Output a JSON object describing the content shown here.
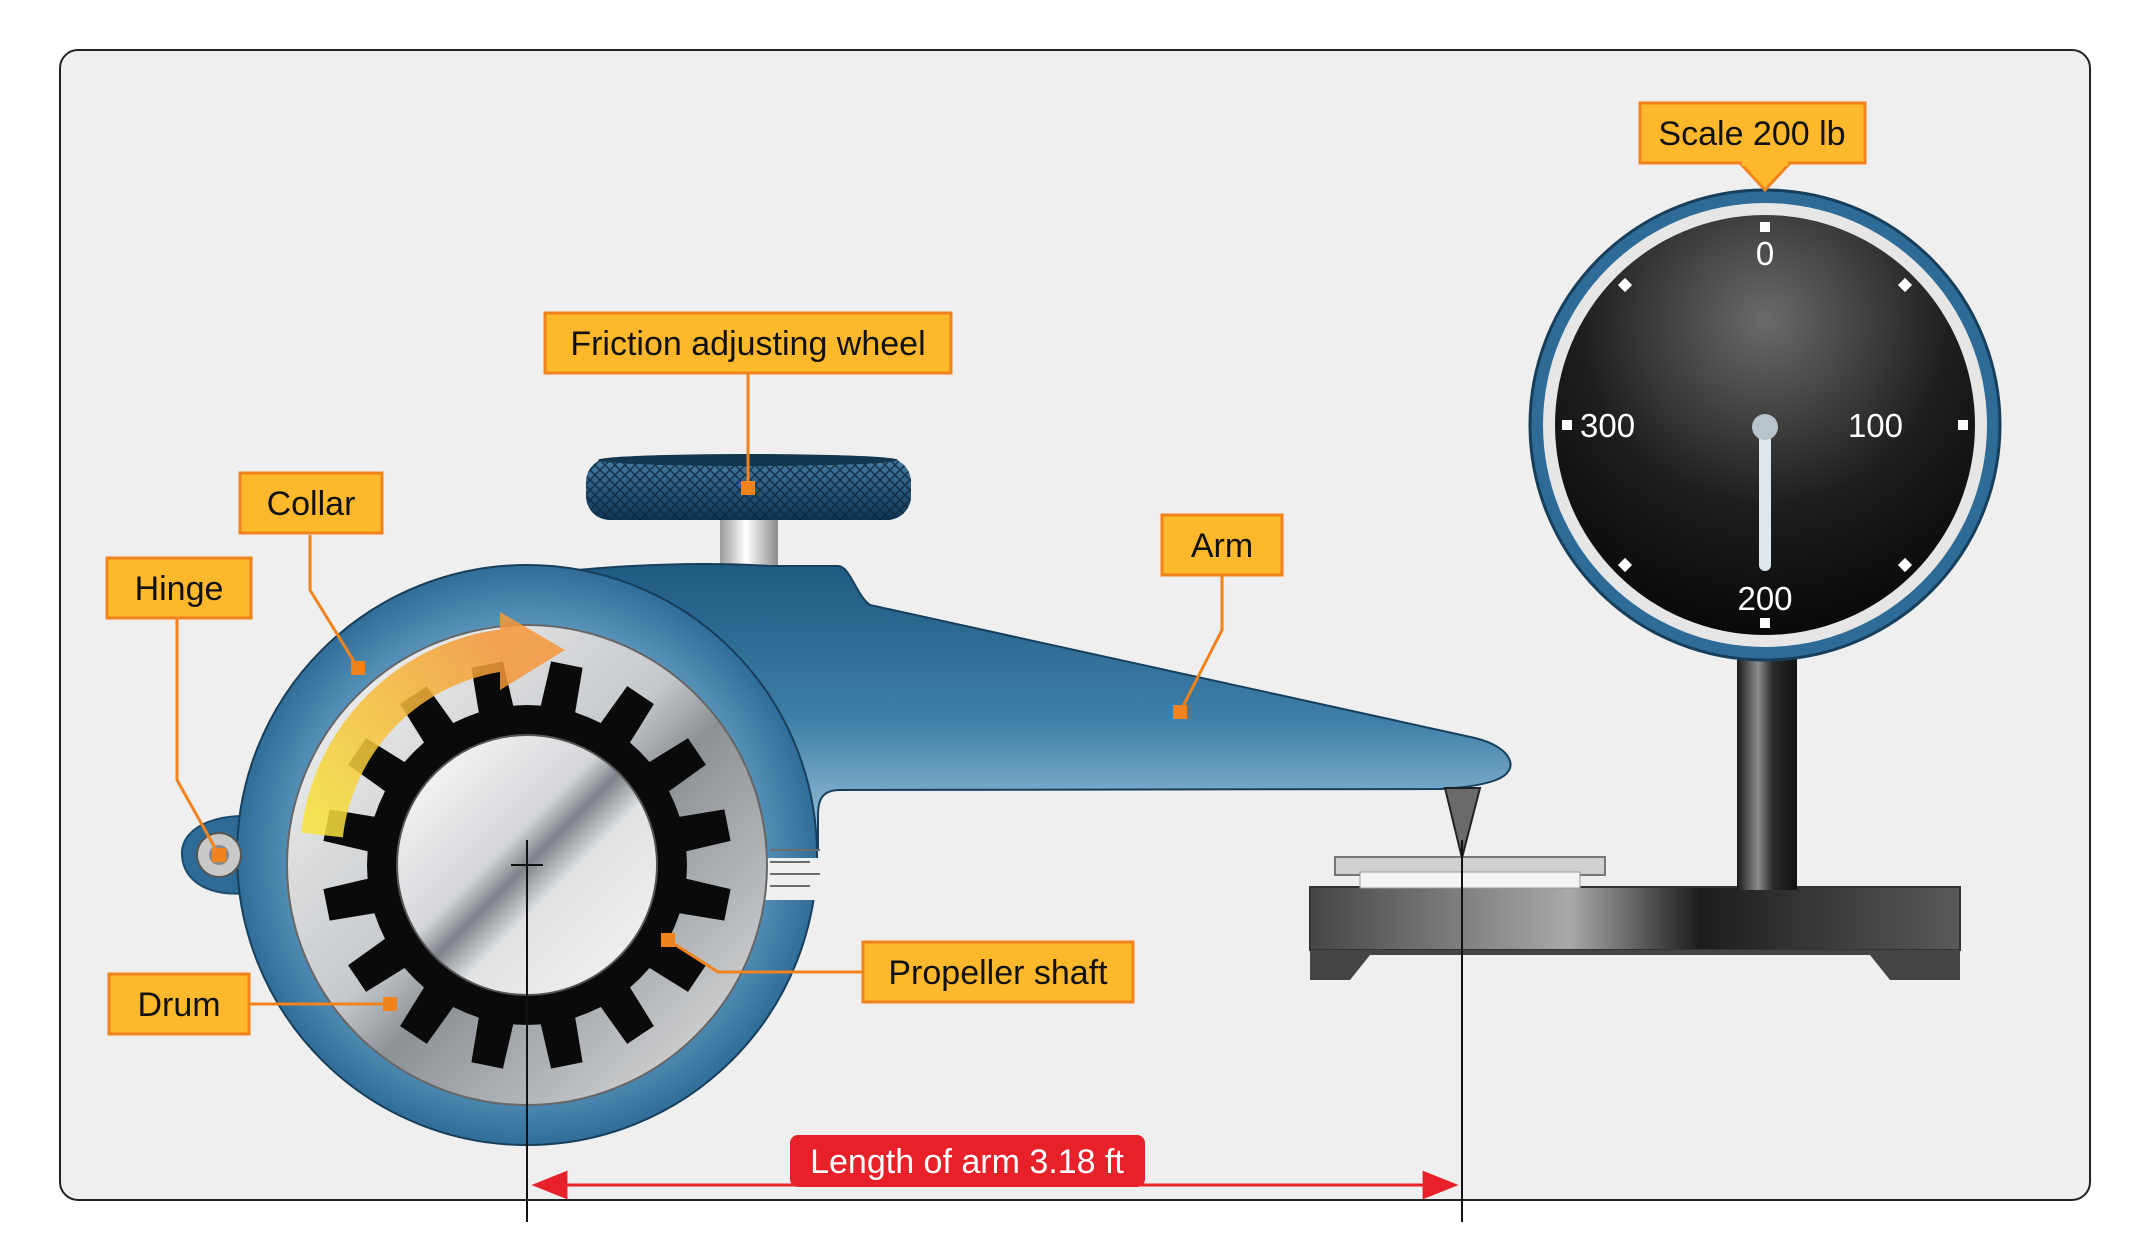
{
  "labels": {
    "hinge": "Hinge",
    "collar": "Collar",
    "drum": "Drum",
    "friction_wheel": "Friction adjusting wheel",
    "arm": "Arm",
    "propeller_shaft": "Propeller shaft",
    "scale": "Scale 200 lb"
  },
  "dimension": {
    "label": "Length of arm 3.18 ft"
  },
  "dial": {
    "ticks": [
      "0",
      "100",
      "200",
      "300"
    ],
    "reading": 200
  },
  "colors": {
    "callout_fill": "#fdb82b",
    "callout_stroke": "#f0831e",
    "leader": "#f0831e",
    "arm_blue": "#2e6b96",
    "arm_light": "#8fbcd8",
    "dimension_red": "#e8202a",
    "panel_bg": "#efefef",
    "rotation_arrow": "#f6a53c"
  }
}
